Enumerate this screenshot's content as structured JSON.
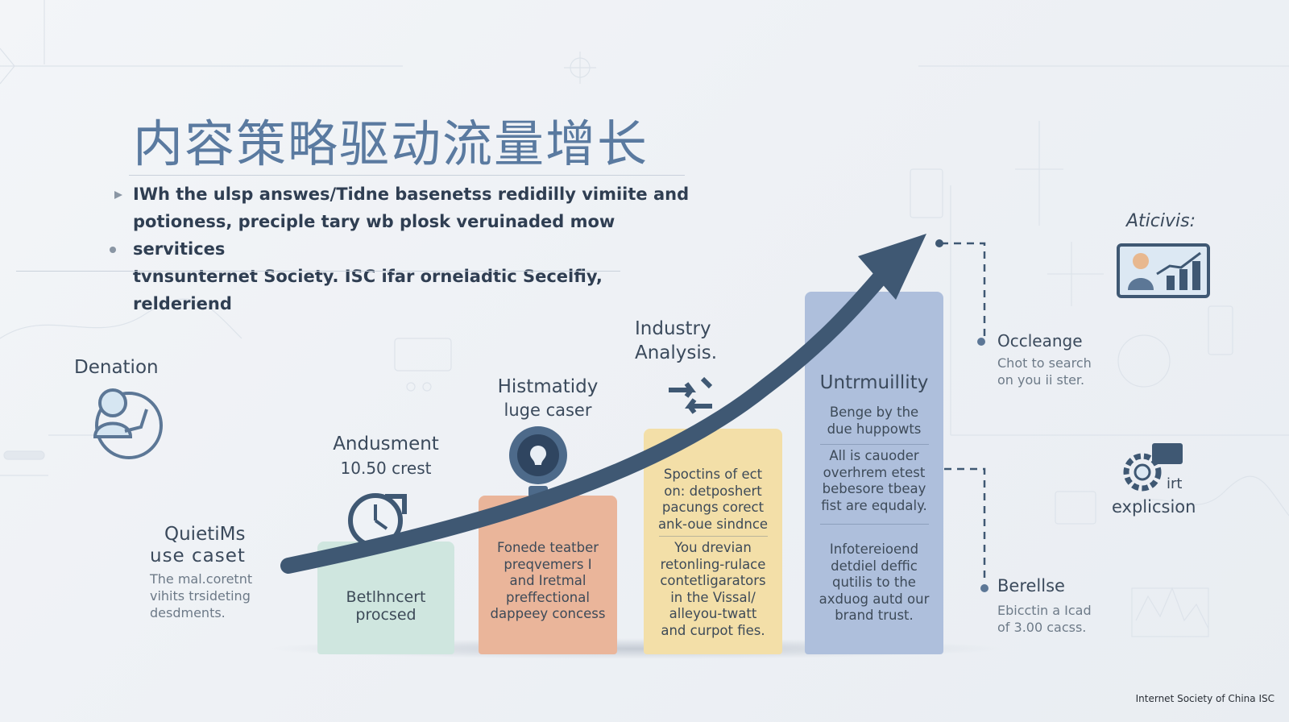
{
  "title": "内容策略驱动流量增长",
  "intro": {
    "line1": "IWh the ulsp answes/Tidne basenetss redidilly vimiite and",
    "line2": "potioness, preciple tary wb plosk veruinaded mow servitices",
    "line3": "tvnsunternet Society. ISC ifar orneladtic Secelfiy, relderiend"
  },
  "left": {
    "denation": "Denation",
    "quiet_title1": "QuietiMs",
    "quiet_title2": "use caset",
    "quiet_desc": [
      "The mal.coretnt",
      "vihits trsideting",
      "desdments."
    ]
  },
  "steps": {
    "s1": {
      "top1": "Andusment",
      "top2": "10.50 crest",
      "body": [
        "Betlhncert",
        "procsed"
      ]
    },
    "s2": {
      "top1": "Histmatidy",
      "top2": "luge caser",
      "body": [
        "Fonede teatber",
        "preqvemers I",
        "and Iretmal",
        "preffectional",
        "dappeey concess"
      ]
    },
    "s3": {
      "top1": "Industry",
      "top2": "Analysis.",
      "body_a": [
        "Spoctins of ect",
        "on: detposhert",
        "pacungs corect",
        "ank-oue sindnce"
      ],
      "body_b": [
        "You drevian",
        "retonling-rulace",
        "contetligarators",
        "in the Vissal/",
        "alleyou-twatt",
        "and curpot fies."
      ]
    },
    "s4": {
      "top1": "Untrmuillity",
      "body_a": [
        "Benge by the",
        "due huppowts"
      ],
      "body_b": [
        "All is cauoder",
        "overhrem etest",
        "bebesore tbeay",
        "fist are equdaly."
      ],
      "body_c": [
        "Infotereioend",
        "detdiel deffic",
        "qutilis to the",
        "axduog autd our",
        "brand trust."
      ]
    }
  },
  "right": {
    "aticivis": "Aticivis:",
    "occleange_title": "Occleange",
    "occleange_desc": [
      "Chot to search",
      "on you ii ster."
    ],
    "explicion": [
      "irt",
      "explicsion"
    ],
    "berellse_title": "Berellse",
    "berellse_desc": [
      "Ebicctin a Icad",
      "of 3.00 cacss."
    ]
  },
  "watermark": "Internet Society of China ISC",
  "colors": {
    "arrow": "#3f5873",
    "bar1": "#cfe6df",
    "bar2": "#eab59a",
    "bar3": "#f3dfa8",
    "bar4": "#aebfdc",
    "title": "#5a7aa0"
  }
}
